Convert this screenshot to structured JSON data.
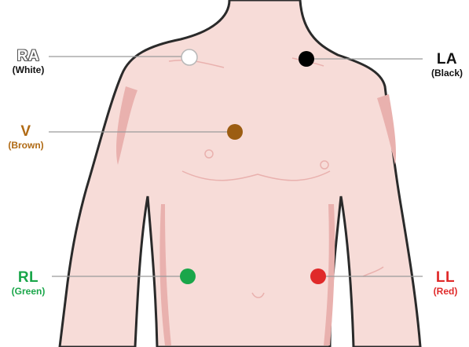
{
  "electrodes": [
    {
      "id": "ra",
      "code": "RA",
      "color_name": "(White)",
      "dot_color": "#ffffff",
      "text_color": "#ffffff",
      "side": "left"
    },
    {
      "id": "la",
      "code": "LA",
      "color_name": "(Black)",
      "dot_color": "#000000",
      "text_color": "#111111",
      "side": "right"
    },
    {
      "id": "v",
      "code": "V",
      "color_name": "(Brown)",
      "dot_color": "#9c5d12",
      "text_color": "#b06a14",
      "side": "left"
    },
    {
      "id": "rl",
      "code": "RL",
      "color_name": "(Green)",
      "dot_color": "#1aa64a",
      "text_color": "#1aa64a",
      "side": "left"
    },
    {
      "id": "ll",
      "code": "LL",
      "color_name": "(Red)",
      "dot_color": "#e02a2a",
      "text_color": "#e02a2a",
      "side": "right"
    }
  ],
  "colors": {
    "skin": "#f7dcd8",
    "skin_shadow": "#e9b1ae",
    "outline": "#2a2a2a",
    "leader_line": "#9a9a9a"
  }
}
